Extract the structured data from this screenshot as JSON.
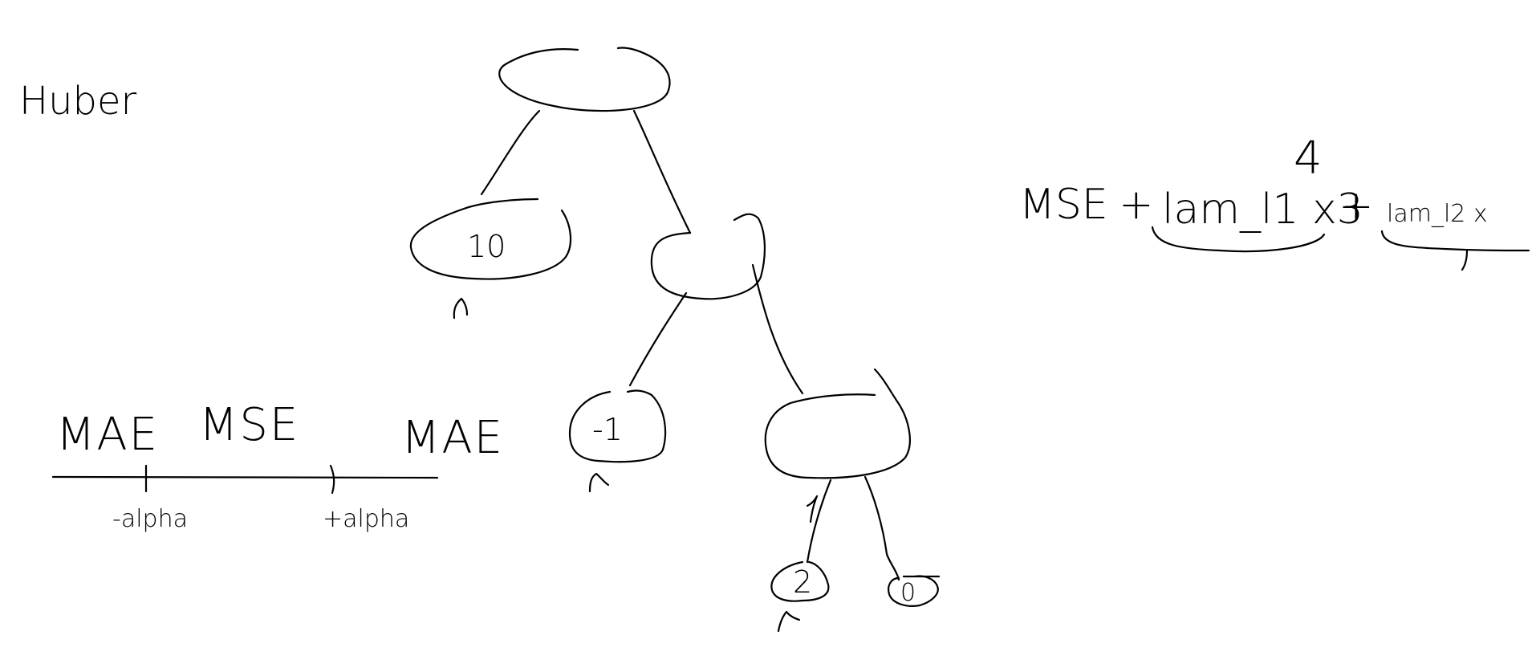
{
  "title": "Huber",
  "tree": {
    "leaves": [
      {
        "value": "10"
      },
      {
        "value": "-1"
      },
      {
        "value": "2"
      },
      {
        "value": "0"
      }
    ]
  },
  "huber_axis": {
    "regions": [
      "MAE",
      "MSE",
      "MAE"
    ],
    "ticks": [
      "-alpha",
      "+alpha"
    ]
  },
  "formula": {
    "base": "MSE",
    "plus": "+",
    "term1": "lam_l1 x3",
    "term2": "lam_l2 x",
    "superscript": "4"
  }
}
